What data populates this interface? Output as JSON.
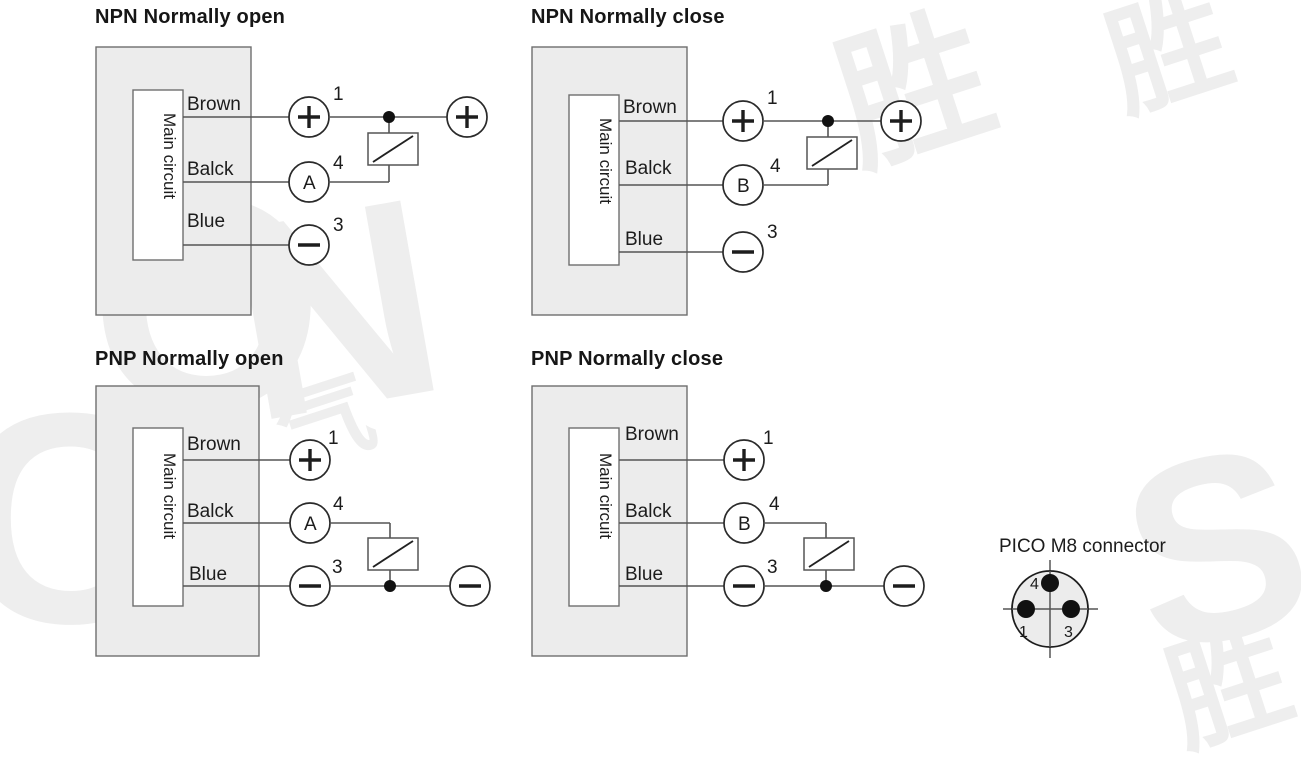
{
  "diagram": {
    "kind": "sensor-wiring-diagrams",
    "panels": [
      {
        "id": "npn-normally-open",
        "title": "NPN Normally open",
        "block_label": "Main circuit",
        "wires": [
          {
            "name": "Brown",
            "terminal": "1",
            "symbol": "+"
          },
          {
            "name": "Balck",
            "terminal": "4",
            "symbol": "A"
          },
          {
            "name": "Blue",
            "terminal": "3",
            "symbol": "-"
          }
        ],
        "external_symbol": "+",
        "load_symbol": "load-resistor",
        "junction_on": "plus-line"
      },
      {
        "id": "npn-normally-close",
        "title": "NPN Normally close",
        "block_label": "Main circuit",
        "wires": [
          {
            "name": "Brown",
            "terminal": "1",
            "symbol": "+"
          },
          {
            "name": "Balck",
            "terminal": "4",
            "symbol": "B"
          },
          {
            "name": "Blue",
            "terminal": "3",
            "symbol": "-"
          }
        ],
        "external_symbol": "+",
        "load_symbol": "load-resistor",
        "junction_on": "plus-line"
      },
      {
        "id": "pnp-normally-open",
        "title": "PNP Normally open",
        "block_label": "Main circuit",
        "wires": [
          {
            "name": "Brown",
            "terminal": "1",
            "symbol": "+"
          },
          {
            "name": "Balck",
            "terminal": "4",
            "symbol": "A"
          },
          {
            "name": "Blue",
            "terminal": "3",
            "symbol": "-"
          }
        ],
        "external_symbol": "-",
        "load_symbol": "load-resistor",
        "junction_on": "minus-line"
      },
      {
        "id": "pnp-normally-close",
        "title": "PNP Normally close",
        "block_label": "Main circuit",
        "wires": [
          {
            "name": "Brown",
            "terminal": "1",
            "symbol": "+"
          },
          {
            "name": "Balck",
            "terminal": "4",
            "symbol": "B"
          },
          {
            "name": "Blue",
            "terminal": "3",
            "symbol": "-"
          }
        ],
        "external_symbol": "-",
        "load_symbol": "load-resistor",
        "junction_on": "minus-line"
      }
    ],
    "connector": {
      "title": "PICO M8 connector",
      "pins": [
        {
          "number": "4",
          "position": "top"
        },
        {
          "number": "1",
          "position": "left"
        },
        {
          "number": "3",
          "position": "right"
        }
      ]
    },
    "watermarks": [
      "胜",
      "胜",
      "气",
      "SD",
      "CON"
    ],
    "colors": {
      "panel_fill": "#ececec",
      "panel_stroke": "#6e6e6e",
      "wire": "#555555",
      "symbol": "#1d1d1d",
      "watermark": "#eeeeee"
    }
  }
}
